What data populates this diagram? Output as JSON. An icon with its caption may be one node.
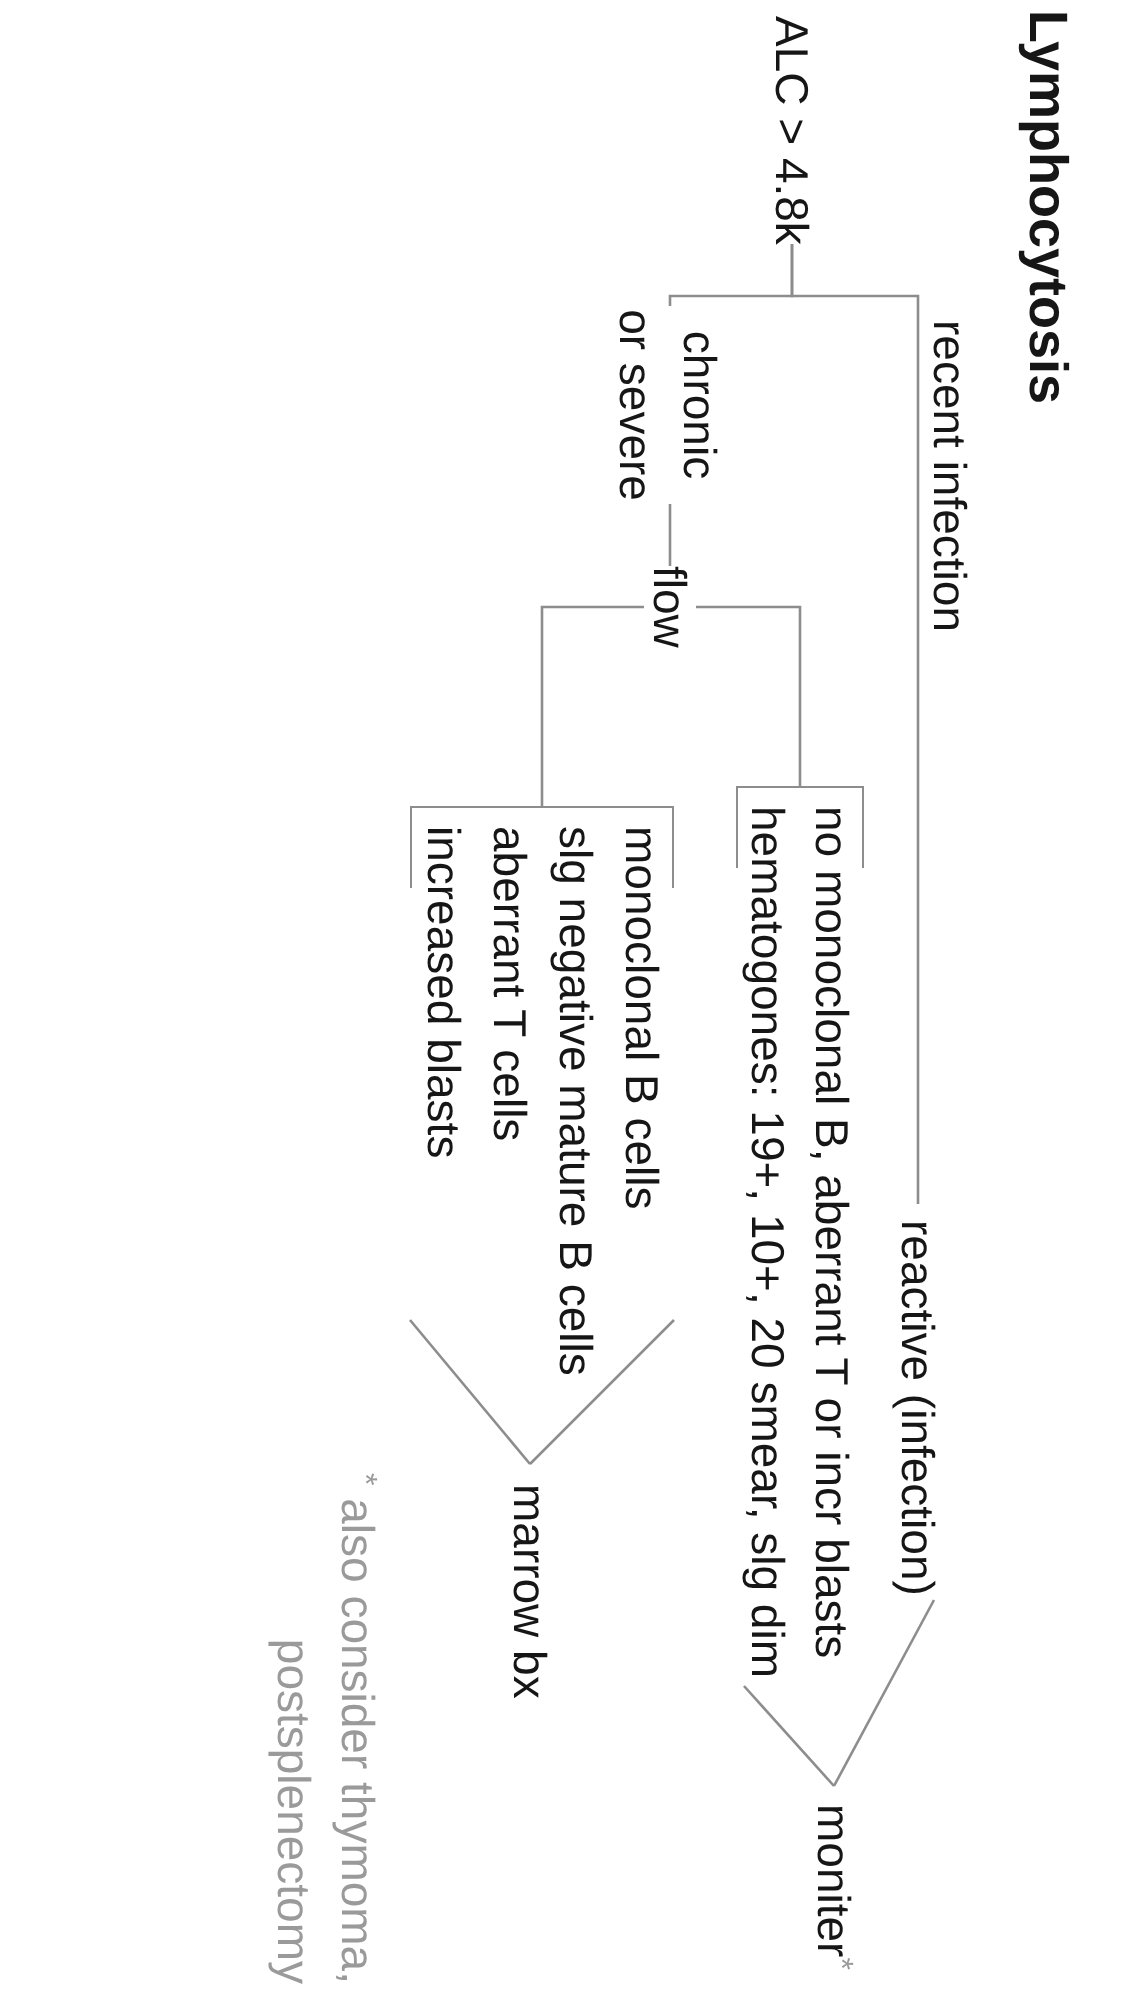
{
  "diagram": {
    "title": "Lymphocytosis",
    "nodes": [
      {
        "text": [
          "ALC > 4.8k"
        ]
      },
      {
        "text": [
          "flow"
        ]
      },
      {
        "text": [
          "reactive (infection)"
        ]
      },
      {
        "text": [
          "no monoclonal B, aberrant T or incr blasts",
          "hematogones: 19+, 10+, 20 smear, slg dim"
        ]
      },
      {
        "text": [
          "monoclonal B cells",
          "slg negative mature B cells",
          "aberrant T cells",
          "increased blasts"
        ]
      },
      {
        "text": [
          "moniter$^{*}$"
        ]
      },
      {
        "text": [
          "marrow bx"
        ]
      }
    ],
    "edges": [
      {
        "from": 0,
        "to": 2,
        "arrow": "none",
        "label": "recent infection"
      },
      {
        "from": 0,
        "to": 1,
        "arrow": "none",
        "label": "chronic or severe"
      },
      {
        "from": 1,
        "to": 3,
        "arrow": "none"
      },
      {
        "from": 1,
        "to": 4,
        "arrow": "none"
      },
      {
        "from": 2,
        "to": 5,
        "arrow": "none"
      },
      {
        "from": 3,
        "to": 5,
        "arrow": "none"
      },
      {
        "from": 4,
        "to": 6,
        "arrow": "none"
      }
    ],
    "labels": [
      "$^{*}$ also consider thymoma, postsplenectomy"
    ]
  }
}
